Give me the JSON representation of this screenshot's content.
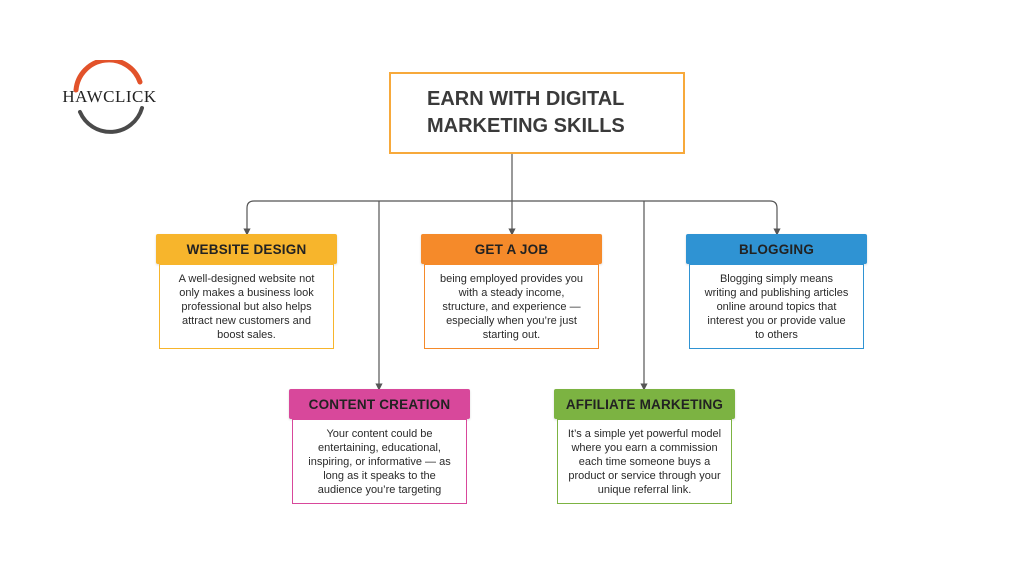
{
  "logo": {
    "text": "HAWCLICK",
    "colors": {
      "arc_top": "#e2522a",
      "arc_bottom": "#4a4a4a"
    }
  },
  "title": "EARN WITH DIGITAL MARKETING SKILLS",
  "colors": {
    "connector": "#555555",
    "title_border": "#f7a93b"
  },
  "nodes": [
    {
      "key": "website-design",
      "label": "WEBSITE DESIGN",
      "color": "#f7b52c",
      "body": "A well-designed website not only makes a business look professional but also helps attract new customers and boost sales."
    },
    {
      "key": "get-a-job",
      "label": "GET A JOB",
      "color": "#f58a2a",
      "body": "being employed provides you with a steady income, structure, and experience — especially when you’re just starting out."
    },
    {
      "key": "blogging",
      "label": "BLOGGING",
      "color": "#2f93d3",
      "body": "Blogging simply means writing and publishing articles online around topics that interest you or provide value to others"
    },
    {
      "key": "content-creation",
      "label": "CONTENT CREATION",
      "color": "#d8489b",
      "body": "Your content could be entertaining, educational, inspiring, or informative — as long as it speaks to the audience you’re targeting"
    },
    {
      "key": "affiliate-marketing",
      "label": "AFFILIATE MARKETING",
      "color": "#7cb342",
      "body": "It’s a simple yet powerful model where you earn a commission each time someone buys a product or service through your unique referral link."
    }
  ]
}
